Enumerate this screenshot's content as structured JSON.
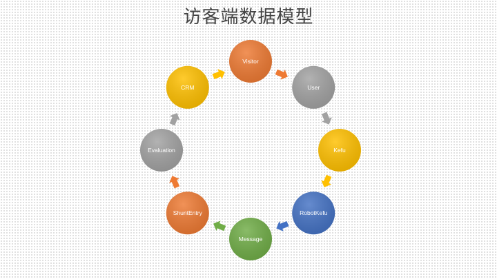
{
  "title": "访客端数据模型",
  "nodes": [
    {
      "id": "visitor",
      "label": "Visitor",
      "color": "#ee7a33"
    },
    {
      "id": "user",
      "label": "User",
      "color": "#a2a2a2"
    },
    {
      "id": "kefu",
      "label": "Kefu",
      "color": "#ffc000"
    },
    {
      "id": "robotkefu",
      "label": "RobotKefu",
      "color": "#4472c4"
    },
    {
      "id": "message",
      "label": "Message",
      "color": "#70ad47"
    },
    {
      "id": "shuntentry",
      "label": "ShuntEntry",
      "color": "#ee7a33"
    },
    {
      "id": "evaluation",
      "label": "Evaluation",
      "color": "#a2a2a2"
    },
    {
      "id": "crm",
      "label": "CRM",
      "color": "#ffc000"
    }
  ],
  "arrows": [
    {
      "from": "visitor",
      "to": "user",
      "color": "#ee7a33"
    },
    {
      "from": "user",
      "to": "kefu",
      "color": "#a2a2a2"
    },
    {
      "from": "kefu",
      "to": "robotkefu",
      "color": "#ffc000"
    },
    {
      "from": "robotkefu",
      "to": "message",
      "color": "#4472c4"
    },
    {
      "from": "message",
      "to": "shuntentry",
      "color": "#70ad47"
    },
    {
      "from": "shuntentry",
      "to": "evaluation",
      "color": "#ee7a33"
    },
    {
      "from": "evaluation",
      "to": "crm",
      "color": "#a2a2a2"
    },
    {
      "from": "crm",
      "to": "visitor",
      "color": "#ffc000"
    }
  ]
}
